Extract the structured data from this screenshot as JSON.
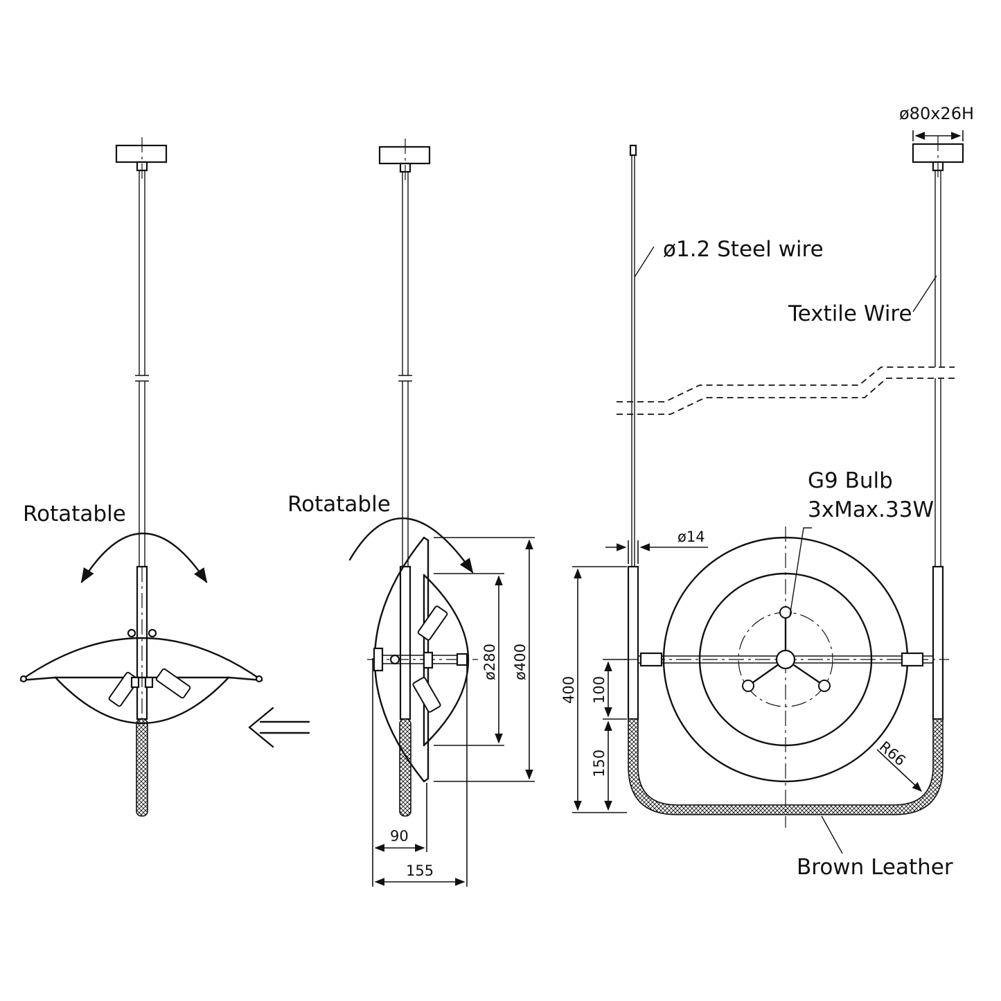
{
  "annotations": {
    "rotatable_left": "Rotatable",
    "rotatable_middle": "Rotatable",
    "steel_wire": "ø1.2  Steel  wire",
    "textile_wire": "Textile  Wire",
    "canopy_size": "ø80x26H",
    "bulb_line1": "G9  Bulb",
    "bulb_line2": "3xMax.33W",
    "brown_leather": "Brown  Leather"
  },
  "dimensions": {
    "d280": "ø280",
    "d400": "ø400",
    "width90": "90",
    "width155": "155",
    "d14": "ø14",
    "h400": "400",
    "h100": "100",
    "h150": "150",
    "r66": "R66"
  },
  "colors": {
    "line": "#111111",
    "background": "#ffffff"
  }
}
